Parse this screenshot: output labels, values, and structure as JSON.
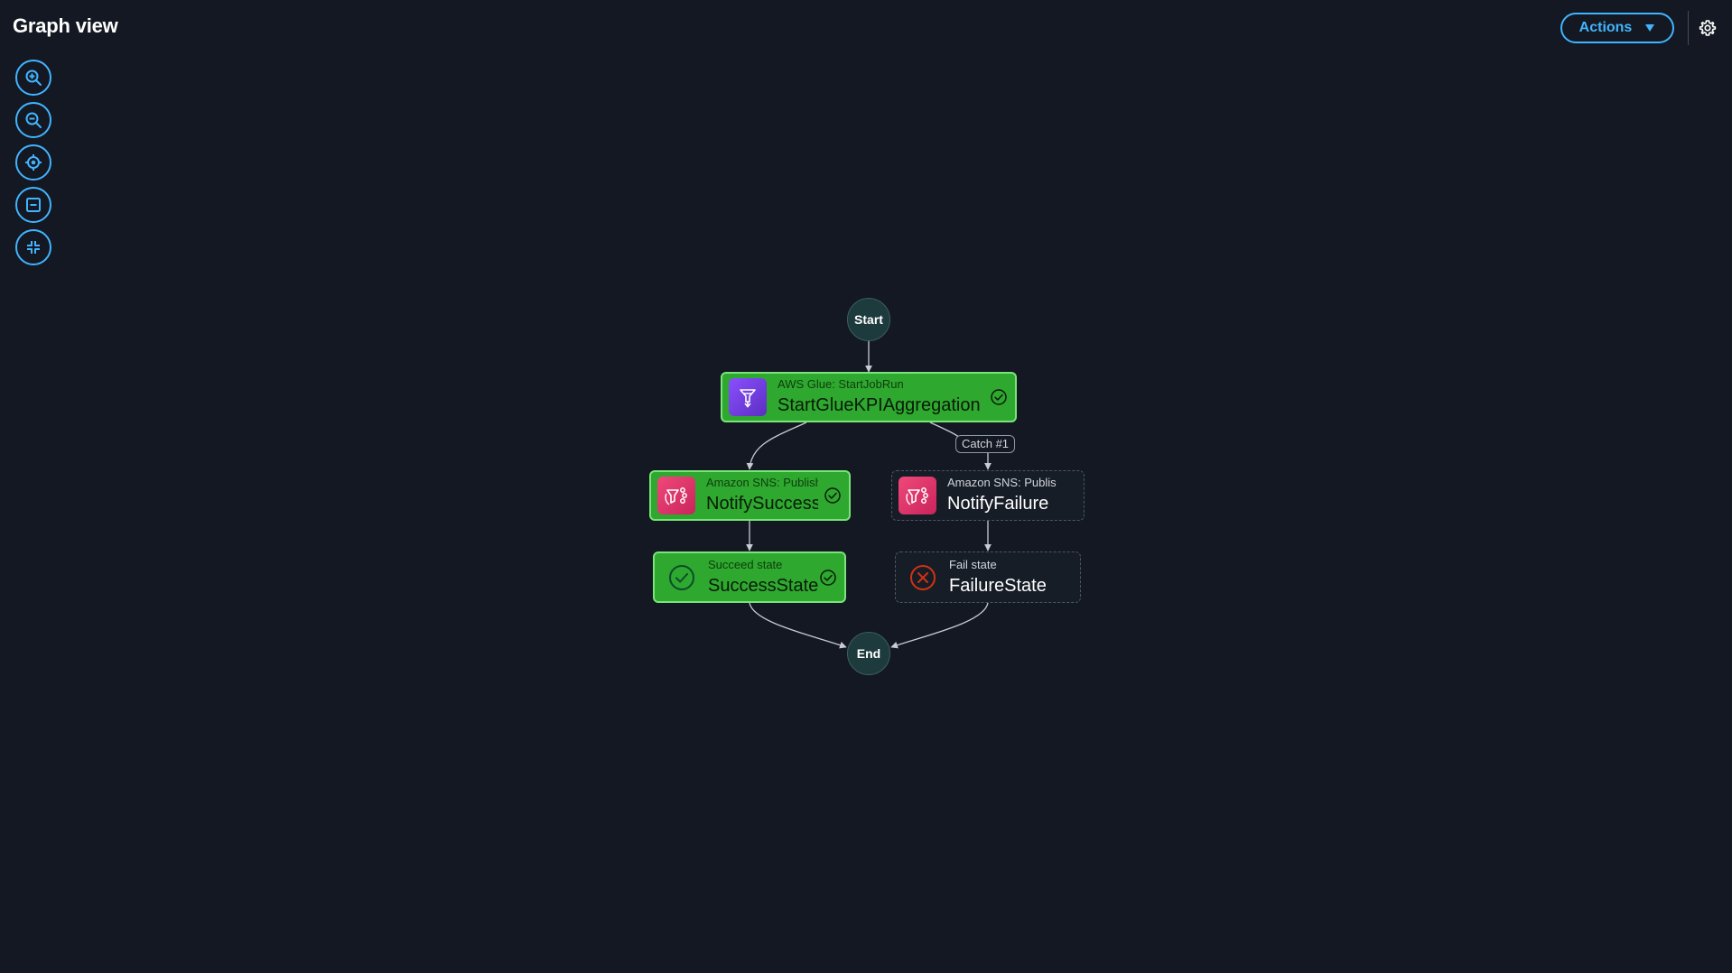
{
  "header": {
    "title": "Graph view",
    "actions_label": "Actions"
  },
  "icons": {
    "actions_caret": "caret-down-icon",
    "settings": "gear-icon",
    "zoom_in": "zoom-in-icon",
    "zoom_out": "zoom-out-icon",
    "center": "locate-center-icon",
    "fit": "fit-view-icon",
    "collapse": "collapse-icon"
  },
  "colors": {
    "accent": "#42b4ff",
    "success_fill": "#2ea82e",
    "success_border": "#7be37b",
    "fail": "#d13212",
    "background": "#131822"
  },
  "graph": {
    "start_label": "Start",
    "end_label": "End",
    "catch_label": "Catch #1",
    "nodes": [
      {
        "id": "StartGlueKPIAggregation",
        "type": "AWS Glue: StartJobRun",
        "name": "StartGlueKPIAggregation",
        "status": "succeeded"
      },
      {
        "id": "NotifySuccess",
        "type": "Amazon SNS: Publish",
        "name": "NotifySuccess",
        "status": "succeeded"
      },
      {
        "id": "NotifyFailure",
        "type": "Amazon SNS: Publish",
        "name": "NotifyFailure",
        "status": "not-run"
      },
      {
        "id": "SuccessState",
        "type": "Succeed state",
        "name": "SuccessState",
        "status": "succeeded"
      },
      {
        "id": "FailureState",
        "type": "Fail state",
        "name": "FailureState",
        "status": "not-run"
      }
    ]
  }
}
